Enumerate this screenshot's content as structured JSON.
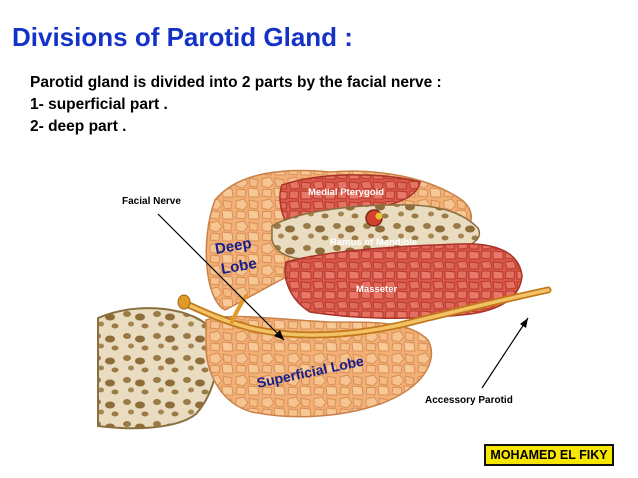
{
  "title": "Divisions of Parotid Gland  :",
  "intro_lines": [
    "Parotid gland is divided into 2 parts by the facial nerve :",
    "1- superficial part .",
    "2- deep part ."
  ],
  "labels": {
    "facial_nerve": "Facial Nerve",
    "medial_pterygoid": "Medial Pterygoid",
    "deep_lobe_1": "Deep",
    "deep_lobe_2": "Lobe",
    "ramus": "Ramus of Mandible",
    "masseter": "Masseter",
    "superficial_lobe": "Superficial Lobe",
    "accessory_parotid": "Accessory Parotid"
  },
  "credit": "MOHAMED EL FIKY",
  "colors": {
    "title": "#1432c8",
    "gland": "#f2b077",
    "muscle": "#dd5e4f",
    "bone": "#e8dcc0",
    "nerve": "#e09a2a",
    "credit_bg": "#f7e600"
  }
}
